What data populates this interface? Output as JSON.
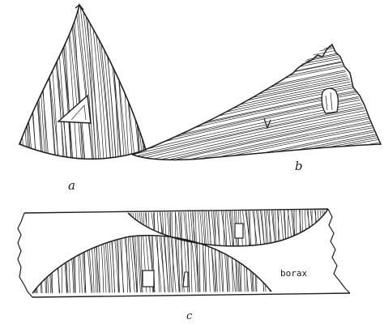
{
  "labels": {
    "a": "a",
    "b": "b",
    "c": "c",
    "borax": "borax"
  },
  "colors": {
    "ink": "#1e1e1e",
    "paper": "#ffffff"
  }
}
